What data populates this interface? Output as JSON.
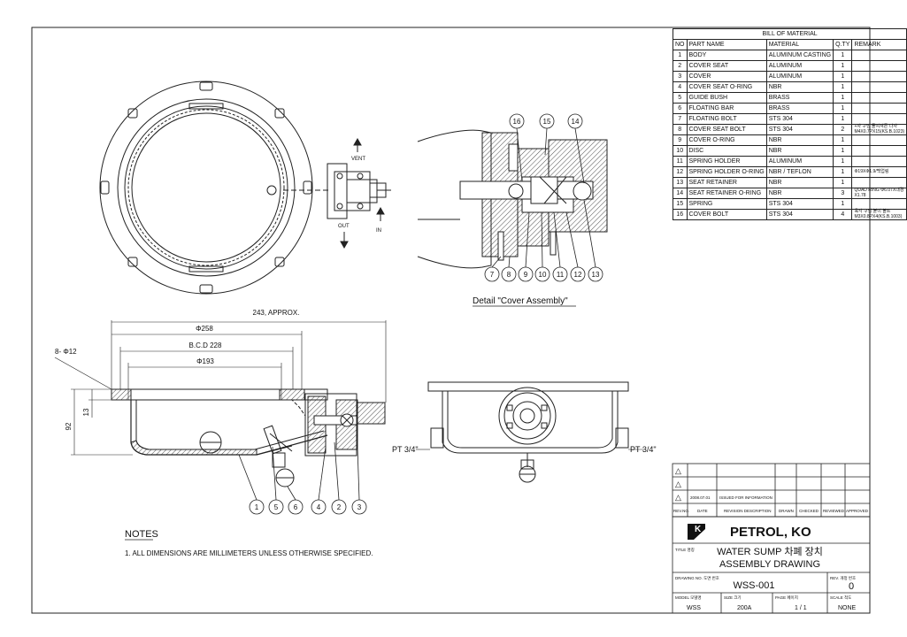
{
  "bom": {
    "title": "BILL OF MATERIAL",
    "headers": [
      "NO",
      "PART NAME",
      "MATERIAL",
      "Q.TY",
      "REMARK"
    ],
    "rows": [
      {
        "no": "1",
        "part": "BODY",
        "material": "ALUMINUM CASTING",
        "qty": "1",
        "remark": ""
      },
      {
        "no": "2",
        "part": "COVER SEAT",
        "material": "ALUMINUM",
        "qty": "1",
        "remark": ""
      },
      {
        "no": "3",
        "part": "COVER",
        "material": "ALUMINUM",
        "qty": "1",
        "remark": ""
      },
      {
        "no": "4",
        "part": "COVER SEAT O-RING",
        "material": "NBR",
        "qty": "1",
        "remark": ""
      },
      {
        "no": "5",
        "part": "GUIDE BUSH",
        "material": "BRASS",
        "qty": "1",
        "remark": ""
      },
      {
        "no": "6",
        "part": "FLOATING BAR",
        "material": "BRASS",
        "qty": "1",
        "remark": ""
      },
      {
        "no": "7",
        "part": "FLOATING BOLT",
        "material": "STS 304",
        "qty": "1",
        "remark": ""
      },
      {
        "no": "8",
        "part": "COVER SEAT BOLT",
        "material": "STS 304",
        "qty": "2",
        "remark": "+자 구멍 둘여져든 나사 M4X0.7PX15(KS.B.1023)"
      },
      {
        "no": "9",
        "part": "COVER O-RING",
        "material": "NBR",
        "qty": "1",
        "remark": ""
      },
      {
        "no": "10",
        "part": "DISC",
        "material": "NBR",
        "qty": "1",
        "remark": ""
      },
      {
        "no": "11",
        "part": "SPRING HOLDER",
        "material": "ALUMINUM",
        "qty": "1",
        "remark": ""
      },
      {
        "no": "12",
        "part": "SPRING HOLDER O-RING",
        "material": "NBR / TEFLON",
        "qty": "1",
        "remark": "Φ19XΦ1.9/백업링"
      },
      {
        "no": "13",
        "part": "SEAT RETAINER",
        "material": "NBR",
        "qty": "1",
        "remark": ""
      },
      {
        "no": "14",
        "part": "SEAT RETAINER O-RING",
        "material": "NBR",
        "qty": "3",
        "remark": "QUAD RING Φ6.07X내경X1.78"
      },
      {
        "no": "15",
        "part": "SPRING",
        "material": "STS 304",
        "qty": "1",
        "remark": ""
      },
      {
        "no": "16",
        "part": "COVER BOLT",
        "material": "STS 304",
        "qty": "4",
        "remark": "육각 구멍 붙이 볼트 M3X0.8PX4(KS.B.1003)"
      }
    ]
  },
  "top_view": {
    "vent": "VENT",
    "out": "OUT",
    "in": "IN"
  },
  "detail": {
    "callouts": [
      "16",
      "15",
      "14",
      "7",
      "8",
      "9",
      "10",
      "11",
      "12",
      "13"
    ],
    "caption": "Detail \"Cover Assembly\""
  },
  "section": {
    "dims": {
      "approx": "243, APPROX.",
      "d258": "Φ258",
      "bcd": "B.C.D 228",
      "d193": "Φ193",
      "holes": "8- Φ12",
      "h92": "92",
      "h13": "13"
    },
    "callouts": [
      "1",
      "5",
      "6",
      "4",
      "2",
      "3"
    ]
  },
  "side_view": {
    "pt_left": "PT 3/4\"",
    "pt_right": "PT 3/4\""
  },
  "notes": {
    "title": "NOTES",
    "items": [
      "1. ALL DIMENSIONS ARE MILLIMETERS UNLESS OTHERWISE SPECIFIED."
    ]
  },
  "revisions": {
    "marks": [
      "△",
      "△",
      "△"
    ],
    "rev_date": "2008.07.01",
    "rev_desc": "ISSUED FOR INFORMATION",
    "headers": [
      "REV.NO.",
      "DATE",
      "REVISION DESCRIPTION",
      "DRAWN",
      "CHECKED",
      "REVIEWED",
      "APPROVED"
    ]
  },
  "title_block": {
    "logo_letter": "K",
    "company": "PETROL, KO",
    "title_label": "TITLE\n명칭",
    "title_line1": "WATER SUMP 차폐 장치",
    "title_line2": "ASSEMBLY DRAWING",
    "drawing_no_label": "DRAWING NO.\n도면 번호",
    "drawing_no": "WSS-001",
    "rev_label": "REV. 개정 번호",
    "rev": "0",
    "model_label": "MODEL 모델명",
    "model": "WSS",
    "size_label": "SIZE 크기",
    "size": "200A",
    "page_label": "PAGE 페이지",
    "page": "1 / 1",
    "scale_label": "SCALE 척도",
    "scale": "NONE"
  }
}
